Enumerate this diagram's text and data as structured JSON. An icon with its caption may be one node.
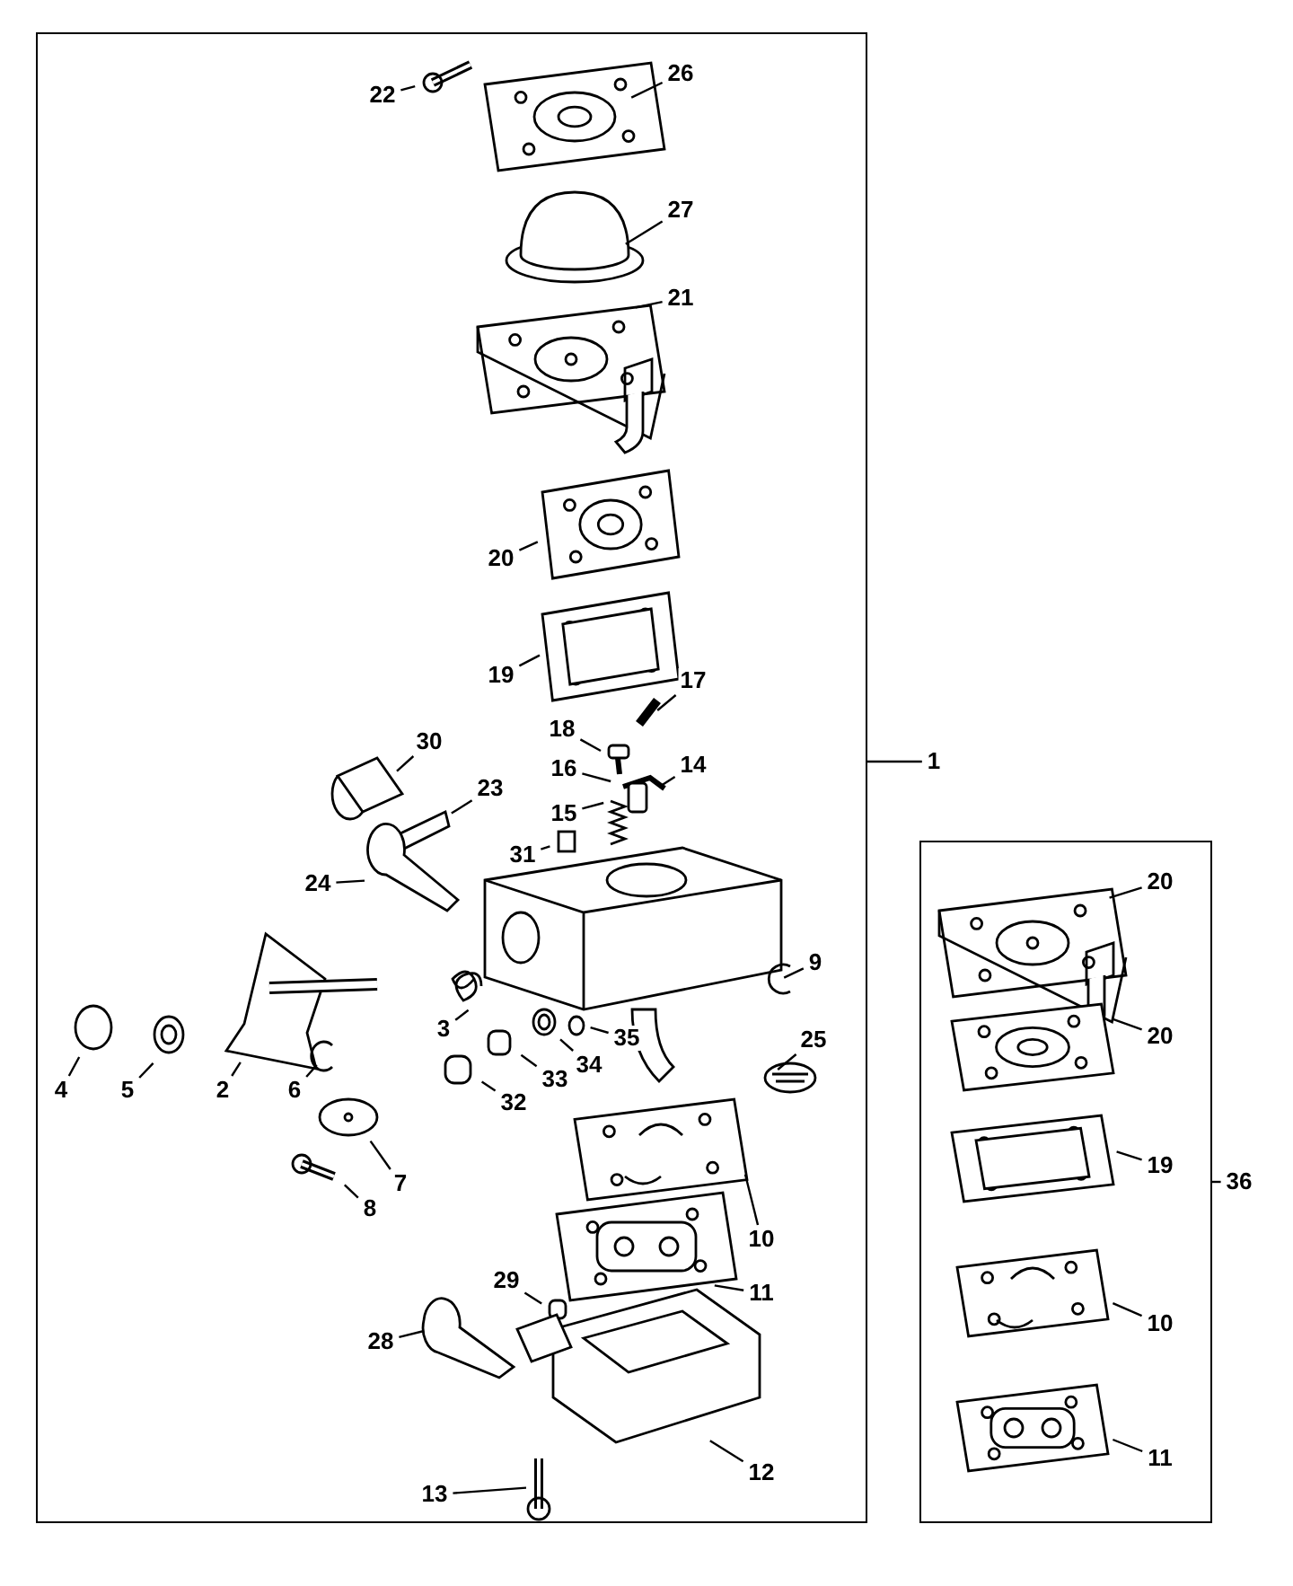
{
  "diagram": {
    "nodes": [
      {
        "text": [],
        "shape": "box"
      },
      {
        "text": [
          "22"
        ],
        "in": 0
      },
      {
        "text": [
          "26"
        ],
        "in": 0
      },
      {
        "text": [
          "27"
        ],
        "in": 0
      },
      {
        "text": [
          "21"
        ],
        "in": 0
      },
      {
        "text": [
          "20"
        ],
        "in": 0
      },
      {
        "text": [
          "19"
        ],
        "in": 0
      },
      {
        "text": [
          "17"
        ],
        "in": 0
      },
      {
        "text": [
          "18"
        ],
        "in": 0
      },
      {
        "text": [
          "30"
        ],
        "in": 0
      },
      {
        "text": [
          "16"
        ],
        "in": 0
      },
      {
        "text": [
          "14"
        ],
        "in": 0
      },
      {
        "text": [
          "23"
        ],
        "in": 0
      },
      {
        "text": [
          "15"
        ],
        "in": 0
      },
      {
        "text": [
          "31"
        ],
        "in": 0
      },
      {
        "text": [
          "24"
        ],
        "in": 0
      },
      {
        "text": [
          "9"
        ],
        "in": 0
      },
      {
        "text": [
          "3"
        ],
        "in": 0
      },
      {
        "text": [
          "35"
        ],
        "in": 0
      },
      {
        "text": [
          "25"
        ],
        "in": 0
      },
      {
        "text": [
          "34"
        ],
        "in": 0
      },
      {
        "text": [
          "33"
        ],
        "in": 0
      },
      {
        "text": [
          "4"
        ],
        "in": 0
      },
      {
        "text": [
          "5"
        ],
        "in": 0
      },
      {
        "text": [
          "2"
        ],
        "in": 0
      },
      {
        "text": [
          "6"
        ],
        "in": 0
      },
      {
        "text": [
          "32"
        ],
        "in": 0
      },
      {
        "text": [
          "7"
        ],
        "in": 0
      },
      {
        "text": [
          "8"
        ],
        "in": 0
      },
      {
        "text": [
          "10"
        ],
        "in": 0
      },
      {
        "text": [
          "29"
        ],
        "in": 0
      },
      {
        "text": [
          "11"
        ],
        "in": 0
      },
      {
        "text": [
          "28"
        ],
        "in": 0
      },
      {
        "text": [
          "12"
        ],
        "in": 0
      },
      {
        "text": [
          "13"
        ],
        "in": 0
      },
      {
        "text": [
          "1"
        ]
      },
      {
        "text": [],
        "shape": "box"
      },
      {
        "text": [
          "20"
        ],
        "in": 36
      },
      {
        "text": [
          "20"
        ],
        "in": 36
      },
      {
        "text": [
          "19"
        ],
        "in": 36
      },
      {
        "text": [
          "10"
        ],
        "in": 36
      },
      {
        "text": [
          "11"
        ],
        "in": 36
      },
      {
        "text": [
          "36"
        ]
      }
    ],
    "edges": [
      {
        "from": 1,
        "to": null,
        "arrow": "none"
      },
      {
        "from": 2,
        "to": null,
        "arrow": "none"
      },
      {
        "from": 3,
        "to": null,
        "arrow": "none"
      },
      {
        "from": 4,
        "to": null,
        "arrow": "none"
      },
      {
        "from": 5,
        "to": null,
        "arrow": "none"
      },
      {
        "from": 6,
        "to": null,
        "arrow": "none"
      },
      {
        "from": 7,
        "to": null,
        "arrow": "none"
      },
      {
        "from": 8,
        "to": null,
        "arrow": "none"
      },
      {
        "from": 9,
        "to": null,
        "arrow": "none"
      },
      {
        "from": 10,
        "to": null,
        "arrow": "none"
      },
      {
        "from": 11,
        "to": null,
        "arrow": "none"
      },
      {
        "from": 12,
        "to": null,
        "arrow": "none"
      },
      {
        "from": 13,
        "to": null,
        "arrow": "none"
      },
      {
        "from": 14,
        "to": null,
        "arrow": "none"
      },
      {
        "from": 15,
        "to": null,
        "arrow": "none"
      },
      {
        "from": 16,
        "to": null,
        "arrow": "none"
      },
      {
        "from": 17,
        "to": null,
        "arrow": "none"
      },
      {
        "from": 18,
        "to": null,
        "arrow": "none"
      },
      {
        "from": 19,
        "to": null,
        "arrow": "none"
      },
      {
        "from": 20,
        "to": null,
        "arrow": "none"
      },
      {
        "from": 21,
        "to": null,
        "arrow": "none"
      },
      {
        "from": 22,
        "to": null,
        "arrow": "none"
      },
      {
        "from": 23,
        "to": null,
        "arrow": "none"
      },
      {
        "from": 24,
        "to": null,
        "arrow": "none"
      },
      {
        "from": 25,
        "to": null,
        "arrow": "none"
      },
      {
        "from": 26,
        "to": null,
        "arrow": "none"
      },
      {
        "from": 27,
        "to": null,
        "arrow": "none"
      },
      {
        "from": 28,
        "to": null,
        "arrow": "none"
      },
      {
        "from": 29,
        "to": null,
        "arrow": "none"
      },
      {
        "from": 30,
        "to": null,
        "arrow": "none"
      },
      {
        "from": 31,
        "to": null,
        "arrow": "none"
      },
      {
        "from": 32,
        "to": null,
        "arrow": "none"
      },
      {
        "from": 33,
        "to": null,
        "arrow": "none"
      },
      {
        "from": 34,
        "to": null,
        "arrow": "none"
      },
      {
        "from": 35,
        "to": 0,
        "arrow": "none"
      },
      {
        "from": 37,
        "to": null,
        "arrow": "none"
      },
      {
        "from": 38,
        "to": null,
        "arrow": "none"
      },
      {
        "from": 39,
        "to": null,
        "arrow": "none"
      },
      {
        "from": 40,
        "to": null,
        "arrow": "none"
      },
      {
        "from": 41,
        "to": null,
        "arrow": "none"
      },
      {
        "from": 42,
        "to": 36,
        "arrow": "none"
      }
    ]
  }
}
